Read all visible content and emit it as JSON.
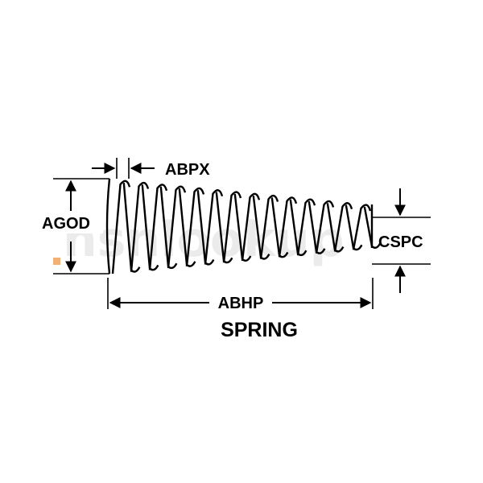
{
  "diagram": {
    "title": "SPRING",
    "labels": {
      "pitch": "ABPX",
      "outer_diameter": "AGOD",
      "overall_length": "ABHP",
      "small_end_diameter": "CSPC"
    },
    "watermark": "nsnlookup",
    "watermark_accent_color": "#f0a35c"
  }
}
